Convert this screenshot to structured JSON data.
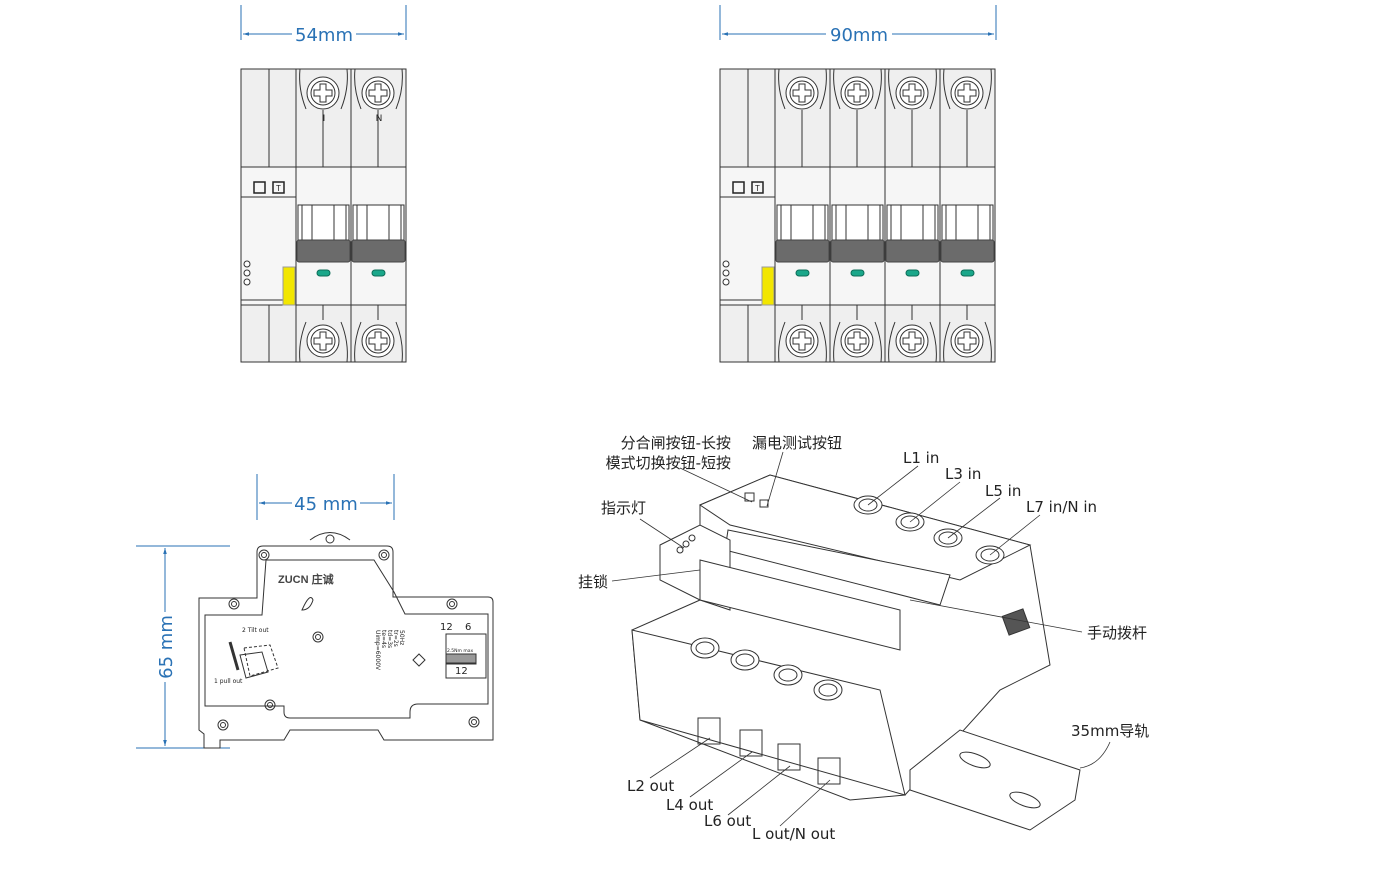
{
  "dimensions": {
    "width_2p": "54mm",
    "width_4p": "90mm",
    "depth": "45 mm",
    "height": "65 mm"
  },
  "front_view_2p": {
    "pole_marks": [
      "I",
      "N"
    ],
    "test_button": "T"
  },
  "front_view_4p": {
    "test_button": "T"
  },
  "side_view": {
    "brand": "ZUCN 庄诚",
    "install_step1": "1 pull out",
    "install_step2": "2 Tilt out",
    "specs": [
      "50Hz",
      "tr=2s",
      "td=3s",
      "te=4s",
      "Uimp=6000V"
    ],
    "strip_top_left": "12",
    "strip_top_right": "6",
    "strip_note": "2.5Nm max",
    "strip_bottom": "12"
  },
  "callouts": {
    "switch_button": "分合闸按钮-长按",
    "mode_button": "模式切换按钮-短按",
    "test_button": "漏电测试按钮",
    "indicator": "指示灯",
    "lock": "挂锁",
    "lever": "手动拨杆",
    "rail": "35mm导轨",
    "inputs": [
      "L1 in",
      "L3 in",
      "L5 in",
      "L7 in/N in"
    ],
    "outputs": [
      "L2 out",
      "L4 out",
      "L6 out",
      "L out/N out"
    ]
  },
  "colors": {
    "dimension": "#2a72b5",
    "yellow": "#f2e600",
    "led": "#1aa78a",
    "handle": "#6b6b6b"
  }
}
